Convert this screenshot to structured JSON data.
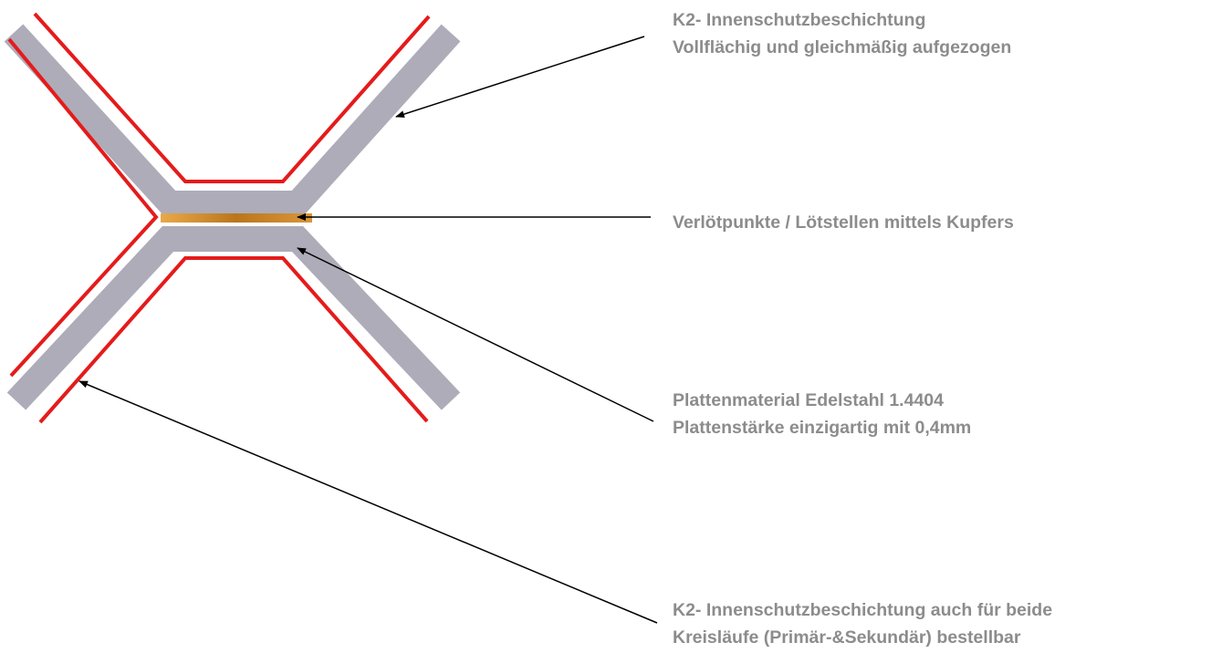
{
  "colors": {
    "plate": "#aeacb9",
    "coating": "#e51b1b",
    "highlight": "#ffffff",
    "solder": "#d4942a",
    "text": "#8c8c8c",
    "arrow": "#000000"
  },
  "labels": {
    "coating": {
      "line1": "K2- Innenschutzbeschichtung",
      "line2": "Vollflächig und gleichmäßig aufgezogen"
    },
    "solder": {
      "line1": "Verlötpunkte / Lötstellen mittels Kupfers"
    },
    "plate": {
      "line1": "Plattenmaterial Edelstahl 1.4404",
      "line2": "Plattenstärke einzigartig mit 0,4mm"
    },
    "both_circuits": {
      "line1": "K2- Innenschutzbeschichtung auch für beide",
      "line2": "Kreisläufe (Primär-&Sekundär) bestellbar"
    }
  }
}
